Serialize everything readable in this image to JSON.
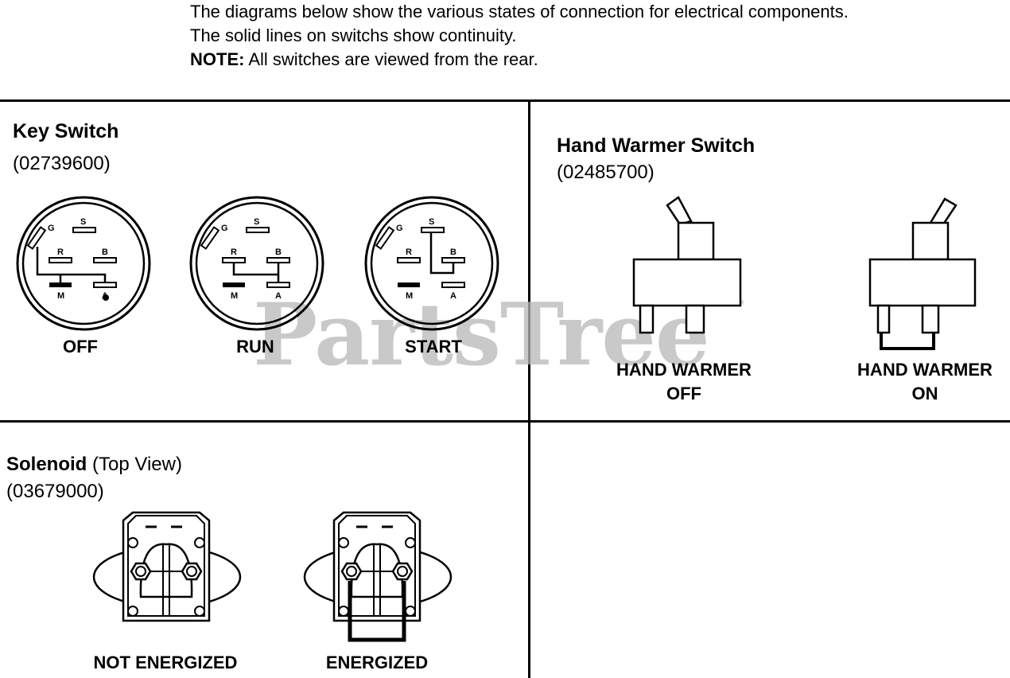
{
  "intro": {
    "line1": "The diagrams below show the various states of connection for electrical components.",
    "line2": "The solid lines on switchs show continuity.",
    "note_label": "NOTE:",
    "note_text": " All switches are viewed from the rear."
  },
  "key_switch": {
    "title": "Key Switch",
    "part_number": "(02739600)",
    "terminals": {
      "g": "G",
      "s": "S",
      "r": "R",
      "b": "B",
      "m": "M",
      "a": "A"
    },
    "states": [
      "OFF",
      "RUN",
      "START"
    ]
  },
  "hand_warmer": {
    "title": "Hand Warmer Switch",
    "part_number": "(02485700)",
    "off_line1": "HAND WARMER",
    "off_line2": "OFF",
    "on_line1": "HAND WARMER",
    "on_line2": "ON"
  },
  "solenoid": {
    "title": "Solenoid",
    "title_suffix": " (Top View)",
    "part_number": "(03679000)",
    "states": [
      "NOT ENERGIZED",
      "ENERGIZED"
    ]
  },
  "watermark": {
    "text": "PartsTree",
    "tm": "™"
  }
}
